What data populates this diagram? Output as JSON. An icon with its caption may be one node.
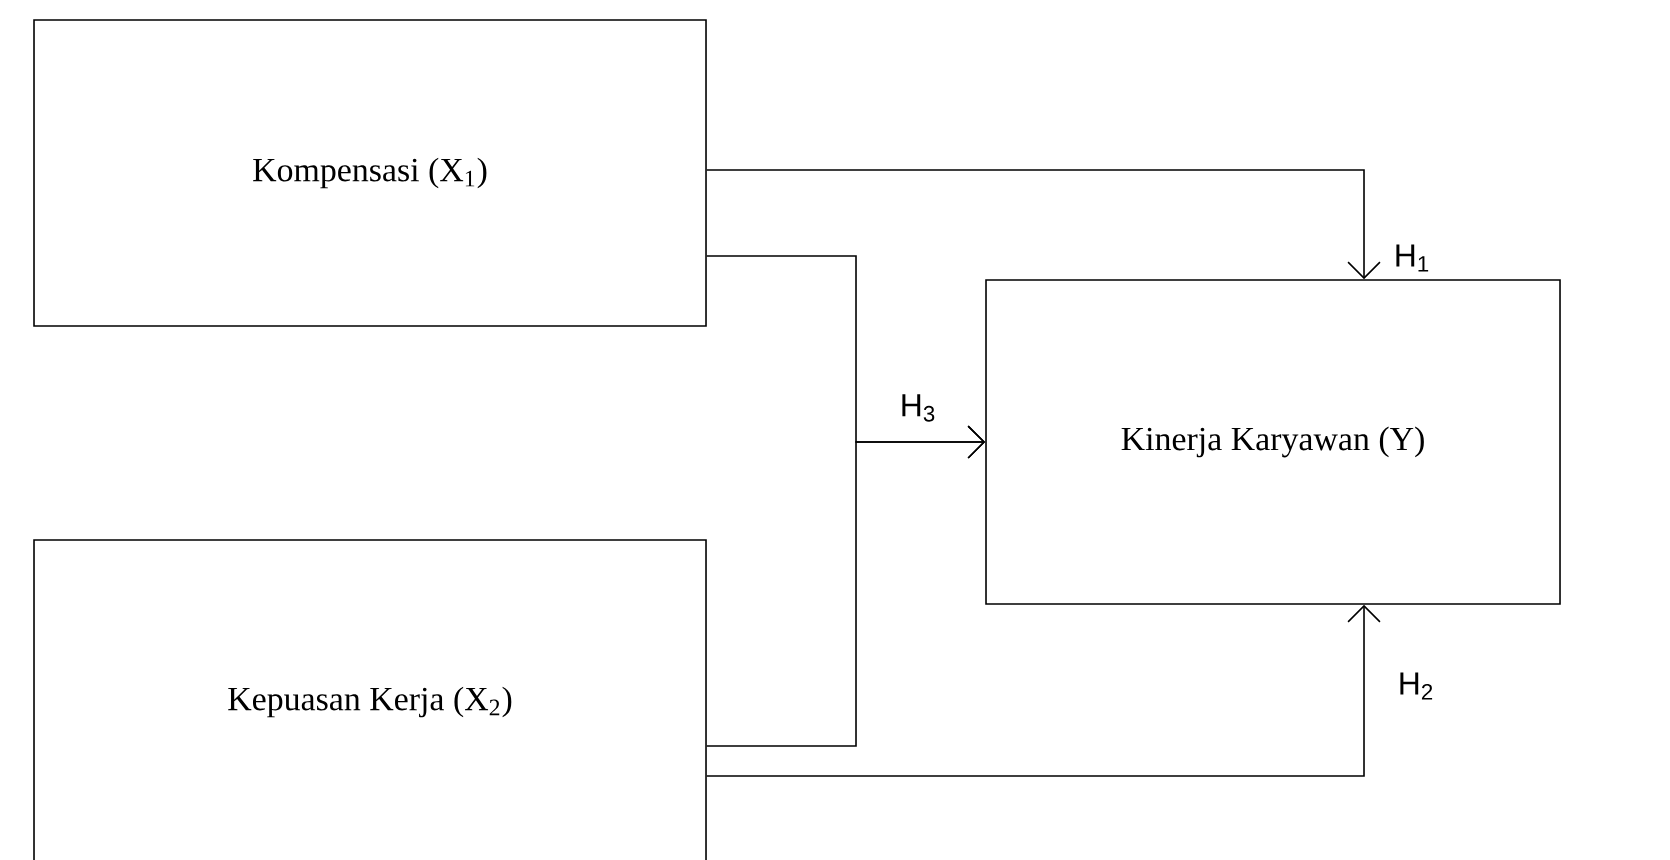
{
  "diagram": {
    "nodes": [
      {
        "text": [
          "Kompensasi (X$_{1}$)"
        ]
      },
      {
        "text": [
          "Kinerja Karyawan (Y)"
        ]
      },
      {
        "text": [
          "Kepuasan Kerja (X$_{2}$)"
        ]
      }
    ],
    "edges": [
      {
        "from": 0,
        "to": 1,
        "arrow": "to",
        "label": "H$_{1}$"
      },
      {
        "from": 0,
        "to": 1,
        "arrow": "to",
        "label": "H$_{3}$"
      },
      {
        "from": 2,
        "to": 1,
        "arrow": "to"
      },
      {
        "from": 2,
        "to": 1,
        "arrow": "to",
        "label": "H$_{2}$"
      }
    ]
  }
}
